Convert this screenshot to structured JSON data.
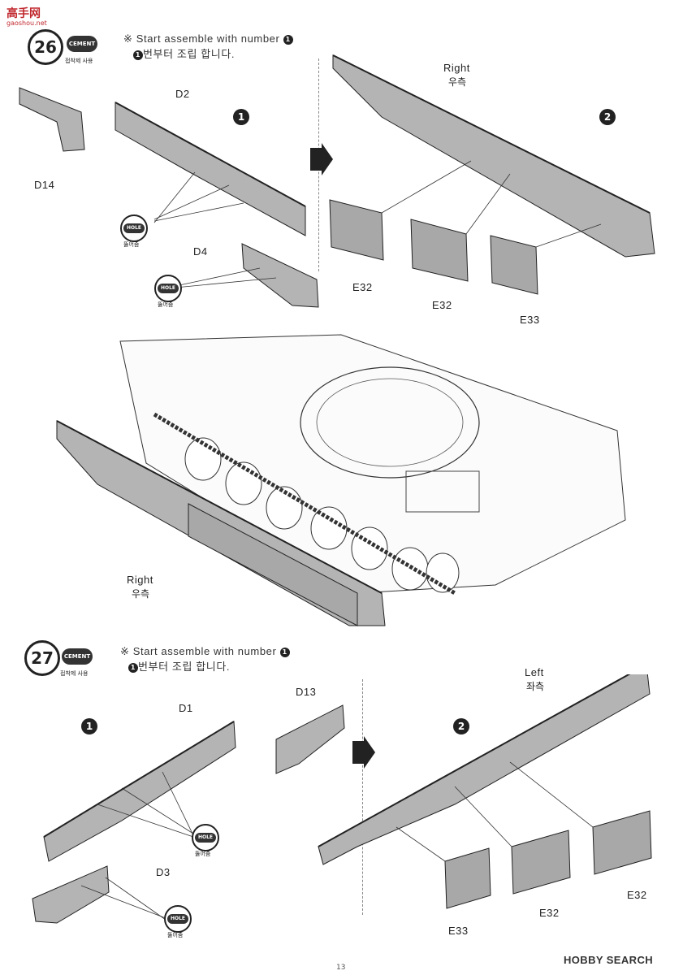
{
  "watermark": {
    "title": "高手网",
    "url": "gaoshou.net"
  },
  "step26": {
    "number": "26",
    "cement": "CEMENT",
    "cement_sub": "접착제 사용",
    "note_en": "Start assemble with number",
    "note_ko": "번부터 조립 합니다.",
    "note_mark": "※",
    "sub1": "1",
    "sub2": "2",
    "labels": {
      "d2": "D2",
      "d14": "D14",
      "d4": "D4",
      "right": "Right",
      "right_ko": "우측",
      "e32a": "E32",
      "e32b": "E32",
      "e33": "E33",
      "right2": "Right",
      "right2_ko": "우측"
    },
    "hole": "HOLE",
    "hole_sub": "뚫어줌"
  },
  "step27": {
    "number": "27",
    "cement": "CEMENT",
    "cement_sub": "접착제 사용",
    "note_en": "Start assemble with number",
    "note_ko": "번부터 조립 합니다.",
    "note_mark": "※",
    "sub1": "1",
    "sub2": "2",
    "labels": {
      "d1": "D1",
      "d13": "D13",
      "d3": "D3",
      "left": "Left",
      "left_ko": "좌측",
      "e33": "E33",
      "e32a": "E32",
      "e32b": "E32"
    },
    "hole": "HOLE",
    "hole_sub": "뚫어줌"
  },
  "footer": {
    "page": "13",
    "brand": "HOBBY SEARCH"
  }
}
